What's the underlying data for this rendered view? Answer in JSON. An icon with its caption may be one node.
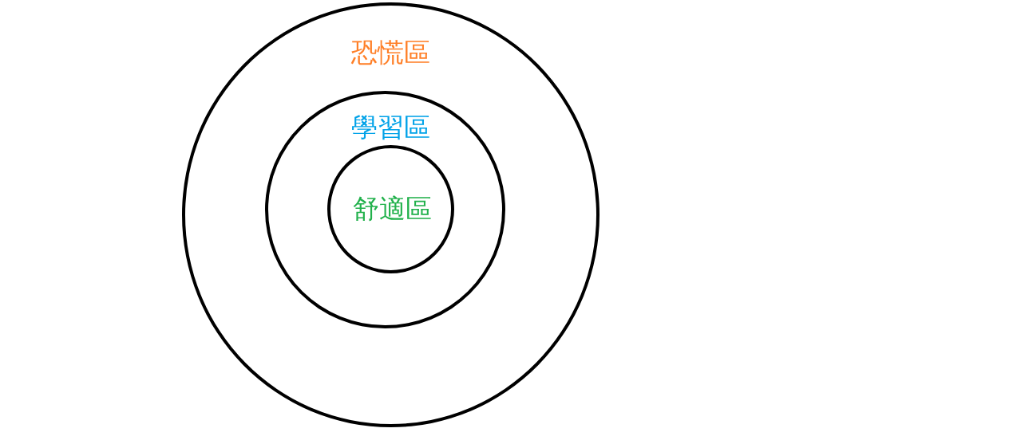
{
  "diagram": {
    "nodes": [
      {
        "text": [
          "恐慌區"
        ]
      },
      {
        "text": [
          "學習區"
        ],
        "in": 0
      },
      {
        "text": [
          "舒適區"
        ],
        "in": 1
      }
    ]
  }
}
